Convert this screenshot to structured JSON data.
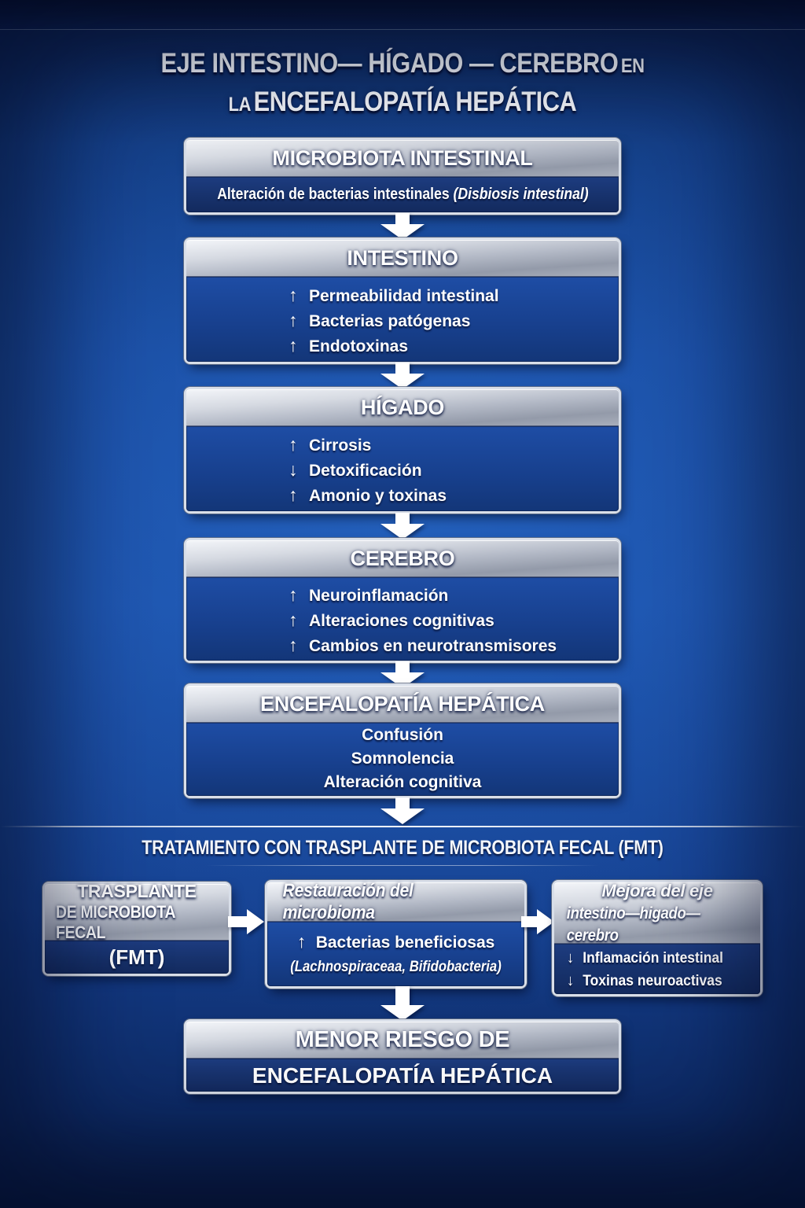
{
  "title": {
    "line1_main": "EJE INTESTINO— HÍGADO — CEREBRO",
    "line1_small": "EN",
    "line2_small": "LA",
    "line2_main": "ENCEFALOPATÍA HEPÁTICA"
  },
  "flow_boxes": [
    {
      "header": "MICROBIOTA INTESTINAL",
      "text": "Alteración de bacterias intestinales",
      "text_italic": "(Disbiosis intestinal)"
    },
    {
      "header": "INTESTINO",
      "items": [
        {
          "icon": "↑",
          "text": "Permeabilidad intestinal"
        },
        {
          "icon": "↑",
          "text": "Bacterias patógenas"
        },
        {
          "icon": "↑",
          "text": "Endotoxinas"
        }
      ]
    },
    {
      "header": "HÍGADO",
      "items": [
        {
          "icon": "↑",
          "text": "Cirrosis"
        },
        {
          "icon": "↓",
          "text": "Detoxificación"
        },
        {
          "icon": "↑",
          "text": "Amonio y toxinas"
        }
      ]
    },
    {
      "header": "CEREBRO",
      "items": [
        {
          "icon": "↑",
          "text": "Neuroinflamación"
        },
        {
          "icon": "↑",
          "text": "Alteraciones cognitivas"
        },
        {
          "icon": "↑",
          "text": "Cambios en neurotransmisores"
        }
      ]
    },
    {
      "header": "ENCEFALOPATÍA HEPÁTICA",
      "items": [
        {
          "text": "Confusión"
        },
        {
          "text": "Somnolencia"
        },
        {
          "text": "Alteración cognitiva"
        }
      ]
    }
  ],
  "treatment": {
    "section_title": "TRATAMIENTO CON TRASPLANTE DE MICROBIOTA FECAL (FMT)",
    "fmt_box": {
      "line1": "TRASPLANTE",
      "line2": "DE MICROBIOTA FECAL",
      "line3": "(FMT)"
    },
    "restore_box": {
      "header": "Restauración del microbioma",
      "item_icon": "↑",
      "item_text": "Bacterias beneficiosas",
      "item_detail": "(Lachnospiraceaa, Bifidobacteria)"
    },
    "improve_box": {
      "header_line1": "Mejora del eje",
      "header_line2": "intestino—higado—cerebro",
      "items": [
        {
          "icon": "↓",
          "text": "Inflamación intestinal"
        },
        {
          "icon": "↓",
          "text": "Toxinas neuroactivas"
        }
      ]
    },
    "result_box": {
      "line1": "MENOR RIESGO DE",
      "line2": "ENCEFALOPATÍA HEPÁTICA"
    }
  },
  "colors": {
    "background_center_blue": "#1a4da6",
    "background_edge_navy": "#081a40",
    "box_content_blue": "#1c4798",
    "box_content_dark_navy": "#17336e",
    "metallic_light": "#f3f5f9",
    "metallic_dark": "#939aa9",
    "text_white": "#ffffff"
  }
}
